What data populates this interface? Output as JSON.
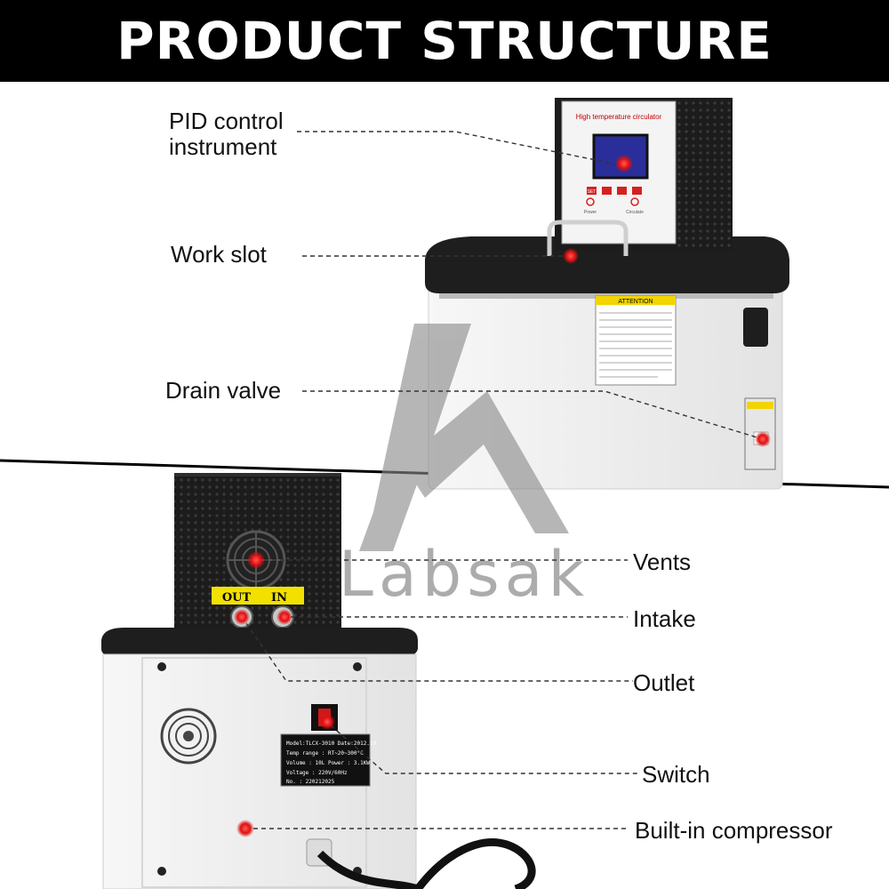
{
  "header": {
    "title": "PRODUCT STRUCTURE"
  },
  "watermark": {
    "brand": "Labsak"
  },
  "device_front": {
    "panel_title": "High temperature circulator",
    "button_set": "SET",
    "label_power": "Power",
    "label_circulate": "Circulate",
    "attention_title": "ATTENTION"
  },
  "device_back": {
    "port_out": "OUT",
    "port_in": "IN",
    "nameplate": [
      "Model:TLCX-3010  Date:2012.10",
      "Temp range : RT~20~300°C",
      "Volume : 10L   Power : 3.1KW",
      "Voltage : 220V/60Hz",
      "No. :    220212025"
    ]
  },
  "callouts": [
    {
      "id": "pid",
      "label": "PID control instrument",
      "line1": "PID control",
      "line2": "instrument"
    },
    {
      "id": "work-slot",
      "label": "Work slot"
    },
    {
      "id": "drain-valve",
      "label": "Drain valve"
    },
    {
      "id": "vents",
      "label": "Vents"
    },
    {
      "id": "intake",
      "label": "Intake"
    },
    {
      "id": "outlet",
      "label": "Outlet"
    },
    {
      "id": "switch",
      "label": "Switch"
    },
    {
      "id": "compressor",
      "label": "Built-in compressor"
    }
  ],
  "colors": {
    "marker": "#e01010",
    "header_bg": "#000000",
    "device_black": "#1c1c1c",
    "device_body": "#f2f2f2"
  }
}
